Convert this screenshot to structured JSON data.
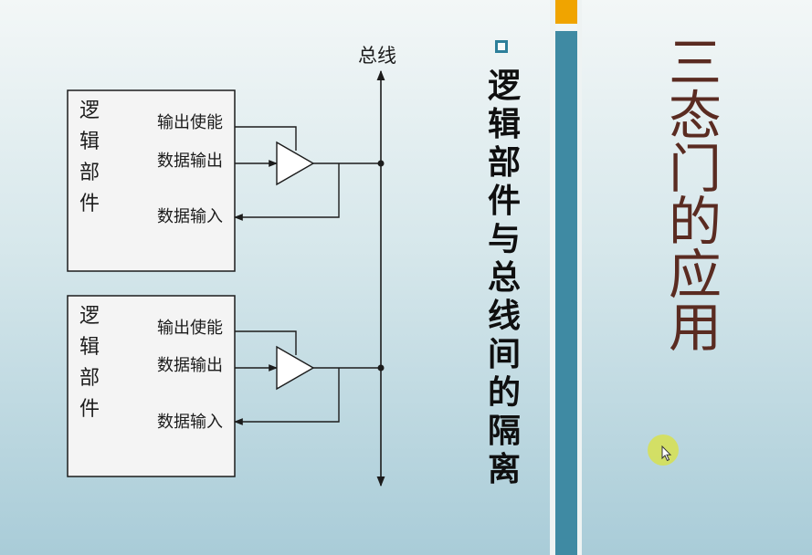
{
  "diagram": {
    "bus_label": "总线",
    "blocks": [
      {
        "title_chars": [
          "逻",
          "辑",
          "部",
          "件"
        ],
        "enable_label": "输出使能",
        "data_out_label": "数据输出",
        "data_in_label": "数据输入"
      },
      {
        "title_chars": [
          "逻",
          "辑",
          "部",
          "件"
        ],
        "enable_label": "输出使能",
        "data_out_label": "数据输出",
        "data_in_label": "数据输入"
      }
    ]
  },
  "subtitle": "逻辑部件与总线间的隔离",
  "main_title": "三态门的应用",
  "colors": {
    "accent_blue": "#3f8aa3",
    "accent_orange": "#f0a400",
    "title_brown": "#5a2b21"
  }
}
